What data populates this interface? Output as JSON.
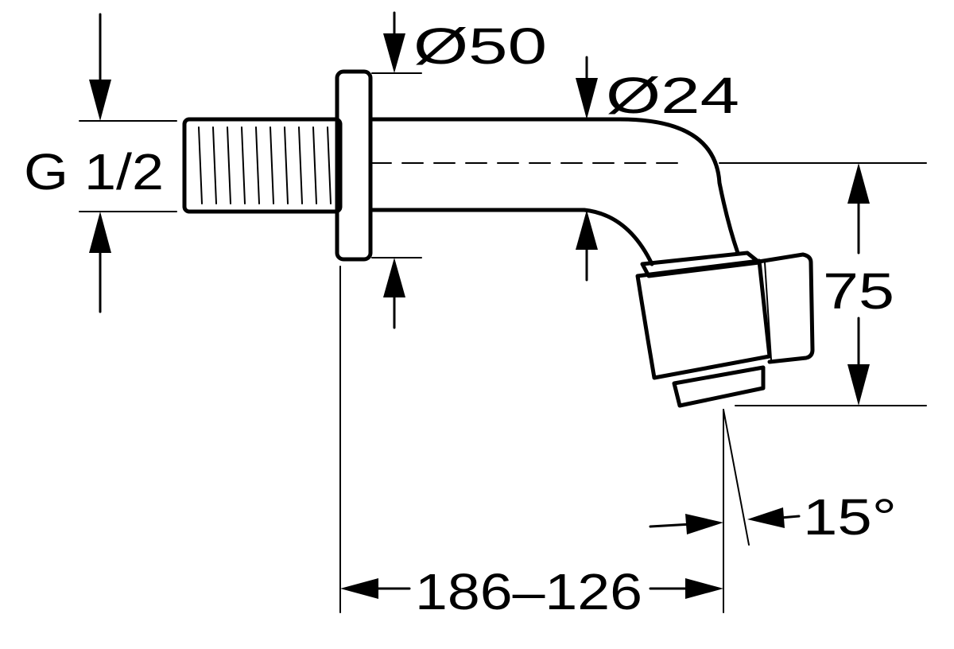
{
  "dimensions": {
    "thread": "G 1/2",
    "flange_diameter": "Ø50",
    "pipe_diameter": "Ø24",
    "height": "75",
    "angle": "15°",
    "length": "186–126"
  },
  "colors": {
    "line": "#000000",
    "background": "#ffffff"
  }
}
